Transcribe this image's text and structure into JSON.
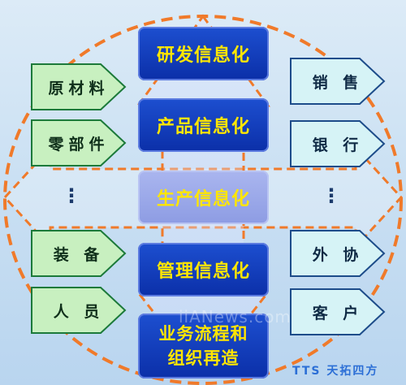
{
  "center_column": {
    "research_label": "研发信息化",
    "product_label": "产品信息化",
    "production_label": "生产信息化",
    "management_label": "管理信息化",
    "process_label_line1": "业务流程和",
    "process_label_line2": "组织再造"
  },
  "left_inputs": [
    {
      "label": "原材料"
    },
    {
      "label": "零部件"
    },
    {
      "label": "⋮"
    },
    {
      "label": "装 备"
    },
    {
      "label": "人 员"
    }
  ],
  "right_outputs": [
    {
      "label": "销 售"
    },
    {
      "label": "银 行"
    },
    {
      "label": "⋮"
    },
    {
      "label": "外 协"
    },
    {
      "label": "客 户"
    }
  ],
  "watermarks": {
    "site": "iiANews.com",
    "brand": "TTS 天拓四方"
  },
  "colors": {
    "blue_box": "#0b2fa8",
    "yellow_text": "#ffe600",
    "green_arrow": "#c8f0c0",
    "cyan_arrow": "#d6f3f6",
    "dashed_orange": "#f07a2a"
  }
}
